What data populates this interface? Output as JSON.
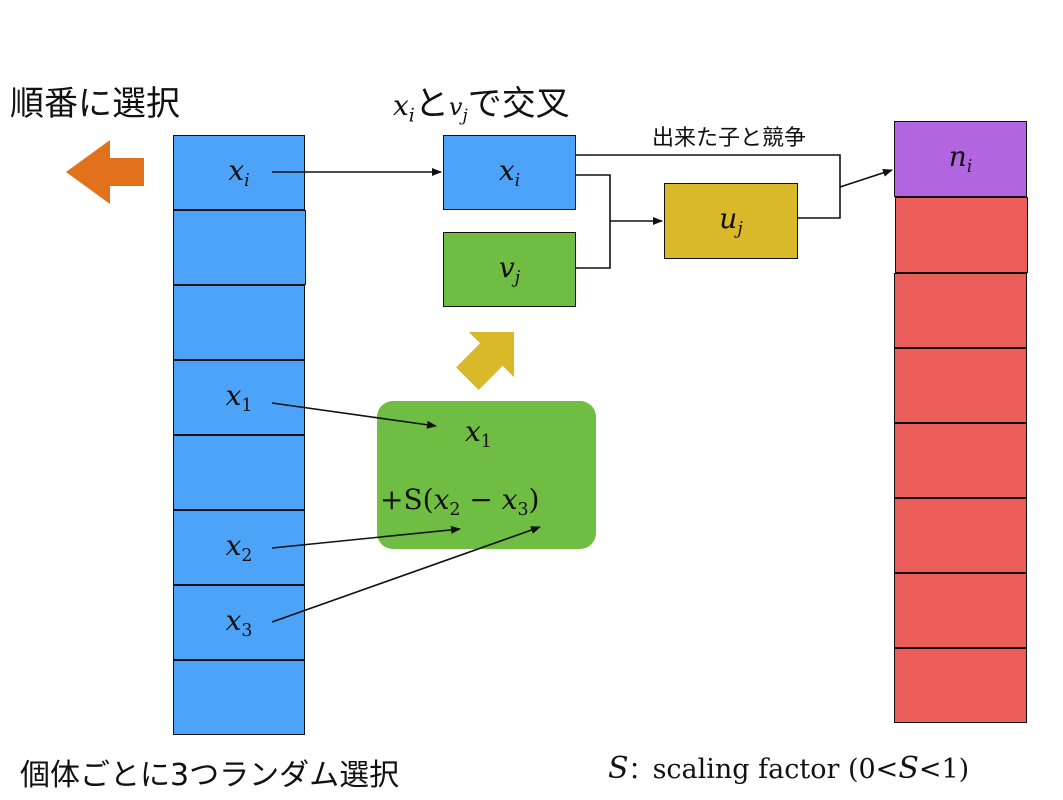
{
  "heading_left": "順番に選択",
  "heading_center": {
    "var_x": "x",
    "sub_x": "i",
    "particle": "と",
    "var_v": "v",
    "sub_v": "j",
    "suffix": "で交叉"
  },
  "compete_label": "出来た子と競争",
  "population": {
    "cells": [
      {
        "var": "x",
        "sub": "i"
      },
      {
        "var": "",
        "sub": ""
      },
      {
        "var": "",
        "sub": ""
      },
      {
        "var": "x",
        "sub": "1"
      },
      {
        "var": "",
        "sub": ""
      },
      {
        "var": "x",
        "sub": "2"
      },
      {
        "var": "x",
        "sub": "3"
      },
      {
        "var": "",
        "sub": ""
      }
    ],
    "color": "#4da3f7"
  },
  "target_box": {
    "var": "x",
    "sub": "i"
  },
  "mutant_box": {
    "var": "v",
    "sub": "j"
  },
  "trial_box": {
    "var": "u",
    "sub": "j"
  },
  "mutation_box": {
    "line1_var": "x",
    "line1_sub": "1",
    "line2_prefix": "+S(",
    "line2_var_a": "x",
    "line2_sub_a": "2",
    "line2_op": " − ",
    "line2_var_b": "x",
    "line2_sub_b": "3",
    "line2_suffix": ")"
  },
  "next_gen": {
    "top_cell": {
      "var": "n",
      "sub": "i"
    },
    "top_color": "#b166e0",
    "color": "#ea5d58",
    "empty_cells": 7
  },
  "caption_left": "個体ごとに3つランダム選択",
  "caption_right": {
    "var": "S",
    "colon": "：",
    "text1": "scaling factor (0<",
    "var2": "S",
    "text2": "<1)"
  },
  "colors": {
    "blue": "#4da3f7",
    "green": "#70bd44",
    "gold": "#d9b92a",
    "purple": "#b166e0",
    "red": "#ea5d58",
    "orange_arrow": "#e1711b",
    "yellow_arrow": "#d9b92a"
  },
  "icons": [
    "left-arrow-icon",
    "up-right-arrow-icon"
  ]
}
